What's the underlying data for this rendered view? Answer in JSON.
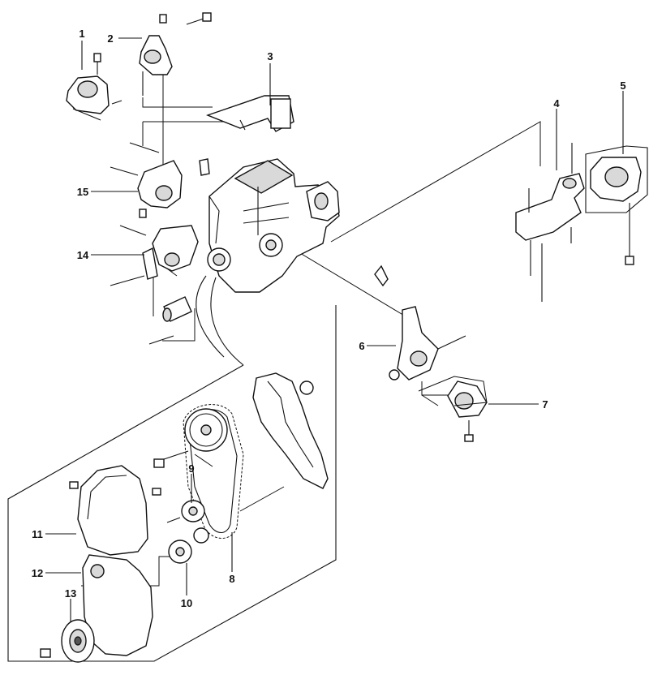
{
  "callouts": [
    {
      "id": "1",
      "label": "1"
    },
    {
      "id": "2",
      "label": "2"
    },
    {
      "id": "3",
      "label": "3"
    },
    {
      "id": "4",
      "label": "4"
    },
    {
      "id": "5",
      "label": "5"
    },
    {
      "id": "6",
      "label": "6"
    },
    {
      "id": "7",
      "label": "7"
    },
    {
      "id": "8",
      "label": "8"
    },
    {
      "id": "9",
      "label": "9"
    },
    {
      "id": "10",
      "label": "10"
    },
    {
      "id": "11",
      "label": "11"
    },
    {
      "id": "12",
      "label": "12"
    },
    {
      "id": "13",
      "label": "13"
    },
    {
      "id": "14",
      "label": "14"
    },
    {
      "id": "15",
      "label": "15"
    }
  ],
  "colors": {
    "line": "#111111",
    "background": "#ffffff"
  }
}
